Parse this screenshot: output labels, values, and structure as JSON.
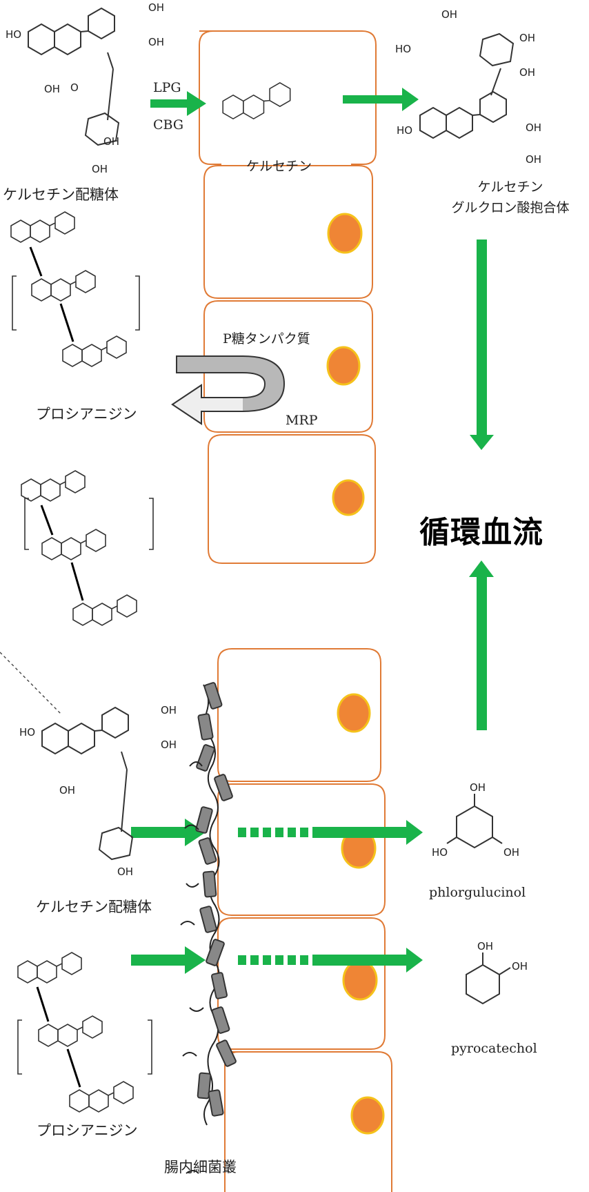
{
  "top": {
    "quercetin_glycoside": "ケルセチン配糖体",
    "enzyme1": "LPG",
    "enzyme2": "CBG",
    "quercetin": "ケルセチン",
    "glucuronide_line1": "ケルセチン",
    "glucuronide_line2": "グルクロン酸抱合体",
    "procyanidin": "プロシアニジン",
    "p_glycoprotein": "P糖タンパク質",
    "mrp": "MRP"
  },
  "center": {
    "circulation": "循環血流"
  },
  "bottom": {
    "quercetin_glycoside": "ケルセチン配糖体",
    "procyanidin": "プロシアニジン",
    "gut_microbiota": "腸内細菌叢",
    "product1": "phlorgulucinol",
    "product2": "pyrocatechol"
  },
  "chem": {
    "oh": "OH",
    "ho": "HO",
    "o": "O"
  },
  "colors": {
    "cell_border": "#e07a35",
    "nucleus": "#ef8535",
    "nucleus_rim": "#f5c21b",
    "arrow": "#19b34a",
    "bacteria": "#888888"
  }
}
